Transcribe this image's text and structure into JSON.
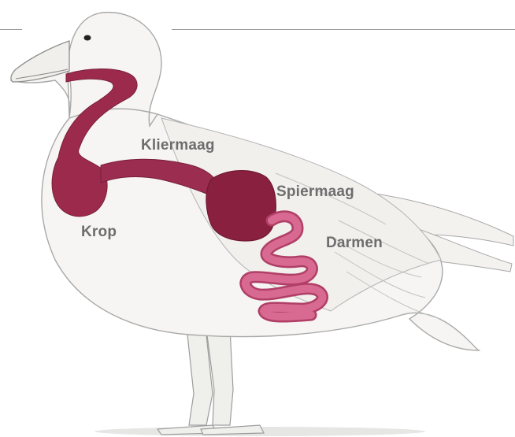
{
  "labels": {
    "kliermaag": "Kliermaag",
    "spiermaag": "Spiermaag",
    "krop": "Krop",
    "darmen": "Darmen"
  },
  "colors": {
    "organ": "#9c2a4c",
    "organ_dark": "#7a1f3a",
    "intestine": "#cf5d84",
    "body": "#f6f5f3",
    "outline": "#a9a9a9",
    "label_text": "#6d6d6d"
  }
}
